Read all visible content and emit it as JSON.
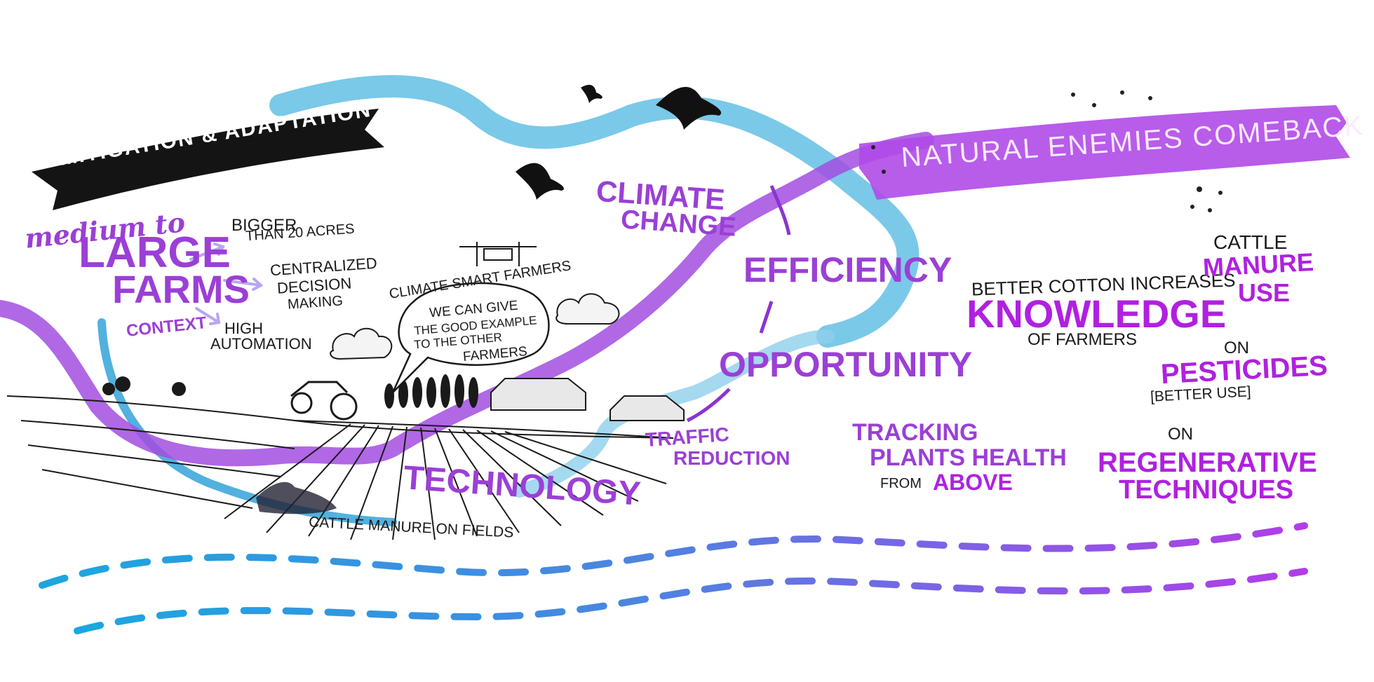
{
  "colors": {
    "river": "#6cc3e6",
    "purple_stream": "#a24ee0",
    "banner_purple": "#b04ae8",
    "heading_purple": "#9b3fd6",
    "ink": "#1a1a1a",
    "dash_start": "#1aa7e0",
    "dash_end": "#a63fe6"
  },
  "banners": {
    "mitigation": "MITIGATION & ADAPTATION",
    "natural_enemies": "NATURAL ENEMIES COMEBACK"
  },
  "left": {
    "medium_to": "medium to",
    "large": "LARGE",
    "farms": "FARMS",
    "context": "CONTEXT",
    "bigger": "BIGGER",
    "than_20_acres": "THAN 20 ACRES",
    "centralized": "CENTRALIZED",
    "decision": "DECISION",
    "making": "MAKING",
    "high": "HIGH",
    "automation": "AUTOMATION"
  },
  "center": {
    "climate_smart_farmers": "CLIMATE SMART FARMERS",
    "speech_line1": "WE CAN GIVE",
    "speech_line2": "THE GOOD EXAMPLE",
    "speech_line3": "TO THE OTHER",
    "speech_line4": "FARMERS",
    "climate": "CLIMATE",
    "change": "CHANGE",
    "efficiency": "EFFICIENCY",
    "opportunity": "OPPORTUNITY",
    "technology": "TECHNOLOGY",
    "traffic": "TRAFFIC",
    "reduction": "REDUCTION",
    "cattle_manure_on_fields": "CATTLE MANURE ON FIELDS"
  },
  "right": {
    "better_cotton_increases": "BETTER COTTON INCREASES",
    "knowledge": "KNOWLEDGE",
    "of_farmers": "OF FARMERS",
    "tracking": "TRACKING",
    "plants_health": "PLANTS HEALTH",
    "from": "FROM",
    "above": "ABOVE",
    "cattle": "CATTLE",
    "manure": "MANURE",
    "use": "USE",
    "on_pesticides": "ON",
    "pesticides": "PESTICIDES",
    "better_use": "[BETTER USE]",
    "on_regenerative": "ON",
    "regenerative": "REGENERATIVE",
    "techniques": "TECHNIQUES"
  }
}
